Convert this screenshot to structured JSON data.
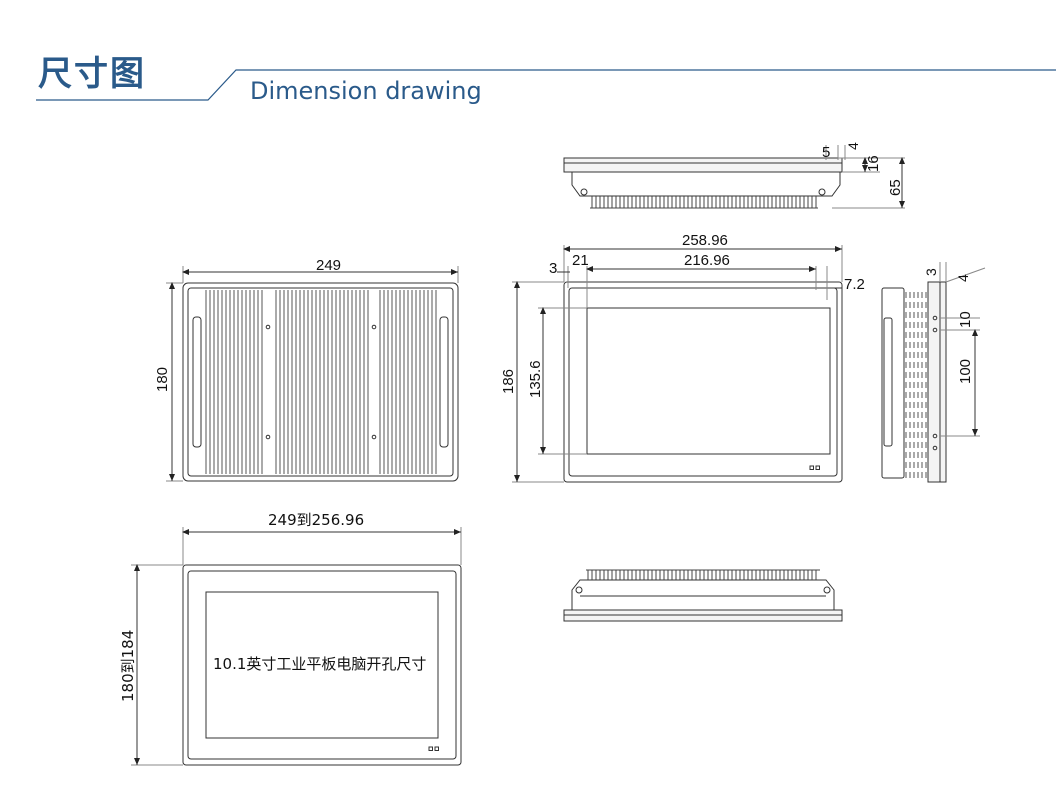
{
  "header": {
    "title_cn": "尺寸图",
    "title_en": "Dimension drawing",
    "accent_color": "#2a5a8a"
  },
  "top_side_view": {
    "dims": {
      "a": "5",
      "b": "4",
      "c": "16",
      "d": "65"
    }
  },
  "rear_view": {
    "width": "249",
    "height": "180"
  },
  "front_view": {
    "width_total": "258.96",
    "width_inner": "216.96",
    "offset_left": "3",
    "offset_inner": "21",
    "offset_right": "7.2",
    "height_total": "186",
    "height_inner": "135.6"
  },
  "right_side_view": {
    "dims": {
      "a": "3",
      "b": "4",
      "c": "10",
      "d": "100"
    }
  },
  "cutout_view": {
    "width": "249到256.96",
    "height": "180到184",
    "label": "10.1英寸工业平板电脑开孔尺寸"
  },
  "bottom_side_view": {}
}
